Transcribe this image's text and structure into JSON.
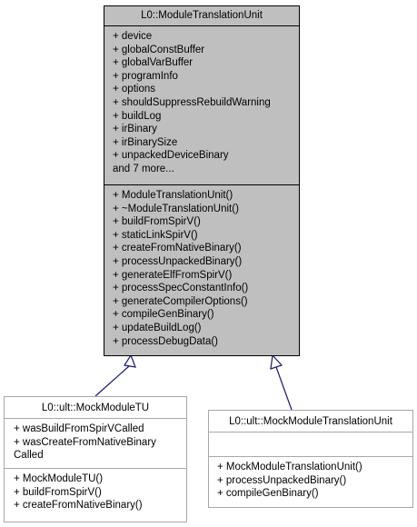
{
  "diagram": {
    "main_class": {
      "title": "L0::ModuleTranslationUnit",
      "attributes": [
        "+ device",
        "+ globalConstBuffer",
        "+ globalVarBuffer",
        "+ programInfo",
        "+ options",
        "+ shouldSuppressRebuildWarning",
        "+ buildLog",
        "+ irBinary",
        "+ irBinarySize",
        "+ unpackedDeviceBinary",
        "and 7 more..."
      ],
      "methods": [
        "+ ModuleTranslationUnit()",
        "+ ~ModuleTranslationUnit()",
        "+ buildFromSpirV()",
        "+ staticLinkSpirV()",
        "+ createFromNativeBinary()",
        "+ processUnpackedBinary()",
        "+ generateElfFromSpirV()",
        "+ processSpecConstantInfo()",
        "+ generateCompilerOptions()",
        "+ compileGenBinary()",
        "+ updateBuildLog()",
        "+ processDebugData()"
      ]
    },
    "mock_tu": {
      "title": "L0::ult::MockModuleTU",
      "attributes": [
        "+ wasBuildFromSpirVCalled",
        "+ wasCreateFromNativeBinary",
        "Called"
      ],
      "methods": [
        "+ MockModuleTU()",
        "+ buildFromSpirV()",
        "+ createFromNativeBinary()"
      ]
    },
    "mock_translation_unit": {
      "title": "L0::ult::MockModuleTranslationUnit",
      "attributes": [],
      "methods": [
        "+ MockModuleTranslationUnit()",
        "+ processUnpackedBinary()",
        "+ compileGenBinary()"
      ]
    },
    "colors": {
      "main_fill": "#bfbfbf",
      "child_border": "#a8a8a8",
      "edge": "#191970"
    }
  }
}
